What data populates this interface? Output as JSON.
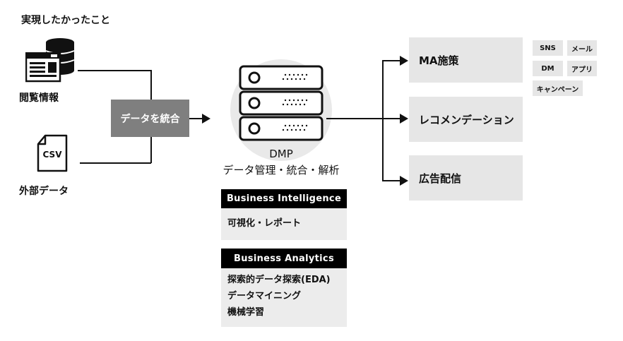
{
  "title": "実現したかったこと",
  "sources": {
    "browsing_label": "閲覧情報",
    "csv_icon_text": "CSV",
    "external_label": "外部データ"
  },
  "integrate_label": "データを統合",
  "dmp": {
    "name": "DMP",
    "description": "データ管理・統合・解析"
  },
  "bi": {
    "header": "Business Intelligence",
    "items": [
      "可視化・レポート"
    ]
  },
  "ba": {
    "header": "Business Analytics",
    "items": [
      "探索的データ探索(EDA)",
      "データマイニング",
      "機械学習"
    ]
  },
  "outputs": [
    "MA施策",
    "レコメンデーション",
    "広告配信"
  ],
  "channels": [
    "SNS",
    "メール",
    "DM",
    "アプリ",
    "キャンペーン"
  ],
  "icons": [
    "database-icon",
    "browser-window-icon",
    "csv-file-icon",
    "server-stack-icon"
  ]
}
